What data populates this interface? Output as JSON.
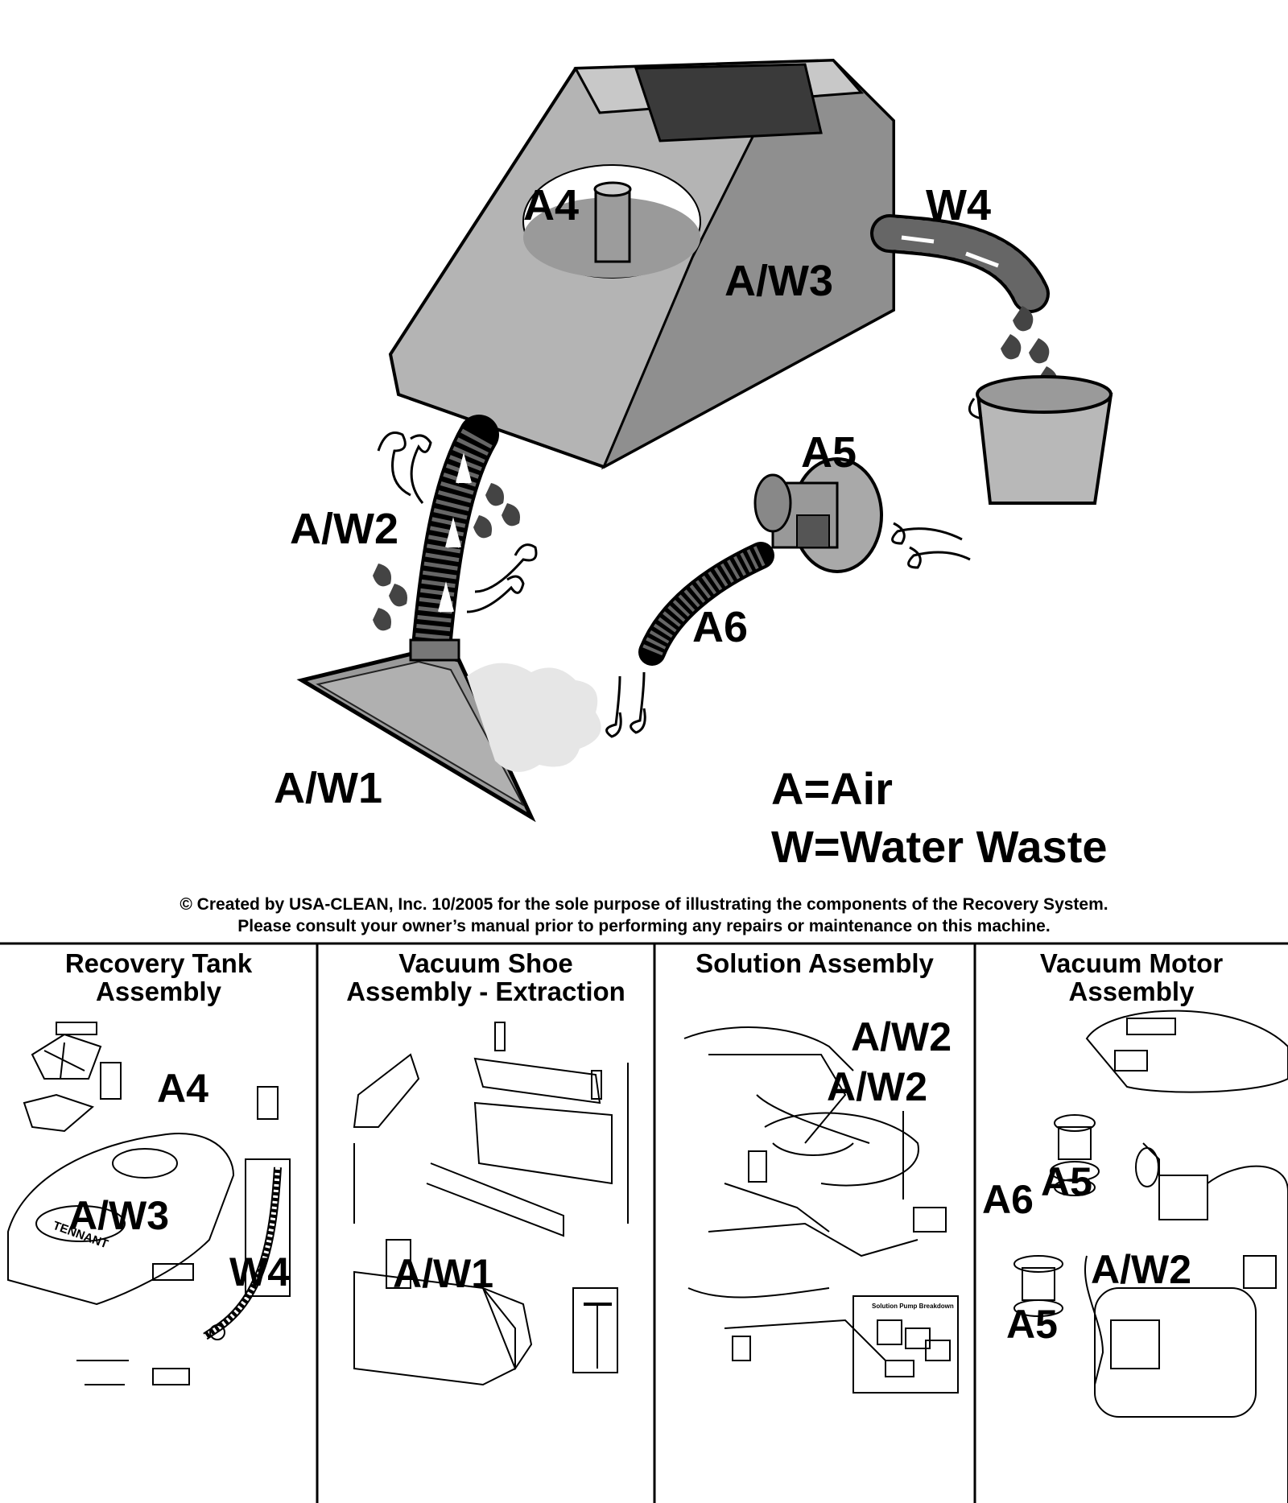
{
  "main_diagram": {
    "labels": {
      "a4": "A4",
      "w4": "W4",
      "aw3": "A/W3",
      "a5": "A5",
      "aw2": "A/W2",
      "a6": "A6",
      "aw1": "A/W1"
    },
    "legend": {
      "air": "A=Air",
      "water": "W=Water Waste"
    }
  },
  "copyright": {
    "line1": "© Created by USA-CLEAN, Inc. 10/2005 for the sole purpose of illustrating the components of the Recovery System.",
    "line2": "Please consult your owner’s manual prior to performing any repairs or maintenance on this machine."
  },
  "panels": [
    {
      "title_line1": "Recovery Tank",
      "title_line2": "Assembly",
      "tags": [
        "A4",
        "A/W3",
        "W4"
      ]
    },
    {
      "title_line1": "Vacuum Shoe",
      "title_line2": "Assembly - Extraction",
      "tags": [
        "A/W1"
      ]
    },
    {
      "title_line1": "Solution Assembly",
      "title_line2": "",
      "tags": [
        "A/W2",
        "A/W2"
      ],
      "inset_label": "Solution Pump Breakdown"
    },
    {
      "title_line1": "Vacuum Motor",
      "title_line2": "Assembly",
      "tags": [
        "A6",
        "A5",
        "A/W2",
        "A5"
      ]
    }
  ],
  "logo_text": "TENNANT",
  "colors": {
    "tank_fill": "#b4b4b4",
    "tank_side": "#8f8f8f",
    "window_dark": "#3a3a3a",
    "line": "#000000"
  }
}
